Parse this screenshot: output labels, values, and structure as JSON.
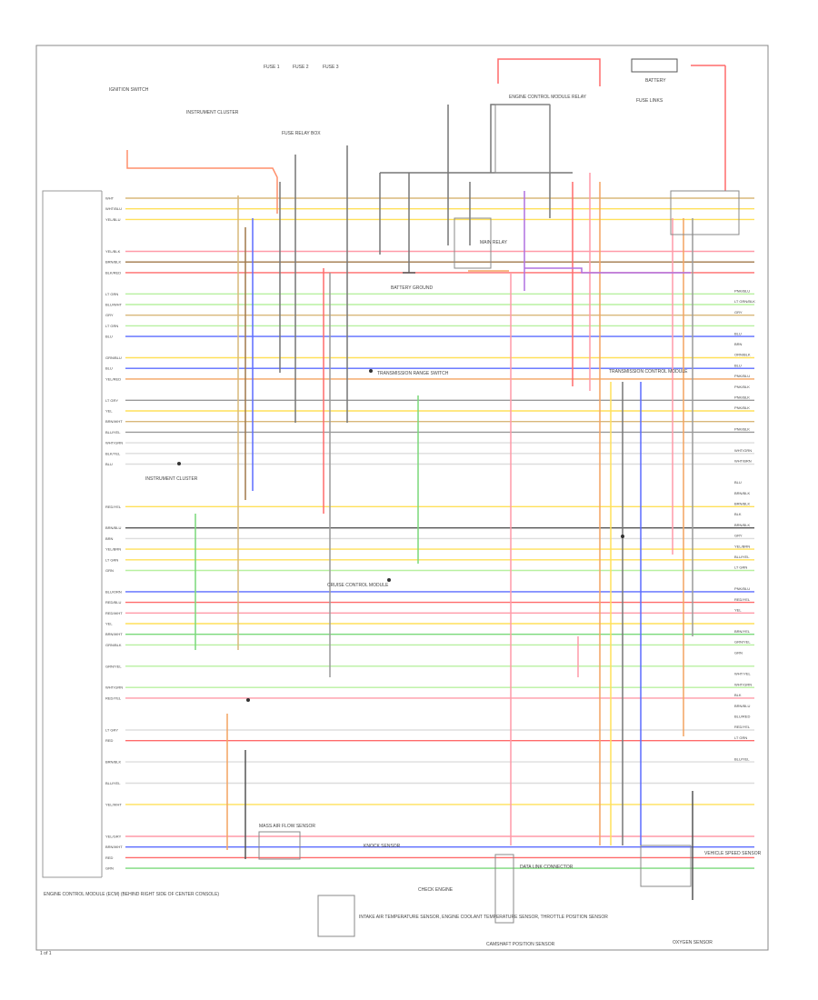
{
  "figure_code": "1 of 1",
  "colors": {
    "frame": "#888888",
    "text": "#555555",
    "wire_red": "#ff6b6b",
    "wire_pink": "#ff9aa8",
    "wire_orange": "#f4a460",
    "wire_yellow": "#ffe05a",
    "wire_green": "#7ad97a",
    "wire_lightgreen": "#b8f0a0",
    "wire_blue": "#5b6cff",
    "wire_violet": "#b070e0",
    "wire_brown": "#a0784a",
    "wire_gray": "#9a9a9a",
    "wire_black": "#555555",
    "wire_tan": "#d9b87a"
  },
  "ecm_wires": [
    {
      "label": "WHT",
      "color": "#d9b87a"
    },
    {
      "label": "WHT/BLU",
      "color": "#ffe05a"
    },
    {
      "label": "YEL/BLU",
      "color": "#ffe05a"
    },
    {
      "label": "",
      "color": ""
    },
    {
      "label": "",
      "color": ""
    },
    {
      "label": "YEL/BLK",
      "color": "#ff9aa8"
    },
    {
      "label": "BRN/BLK",
      "color": "#a0784a"
    },
    {
      "label": "BLK/RED",
      "color": "#ff6b6b"
    },
    {
      "label": "",
      "color": ""
    },
    {
      "label": "LT GRN",
      "color": "#b8f0a0"
    },
    {
      "label": "BLU/WHT",
      "color": "#b8f0a0"
    },
    {
      "label": "GRY",
      "color": "#d9b87a"
    },
    {
      "label": "LT GRN",
      "color": "#b8f0a0"
    },
    {
      "label": "BLU",
      "color": "#5b6cff"
    },
    {
      "label": "",
      "color": ""
    },
    {
      "label": "GRN/BLU",
      "color": "#ffe05a"
    },
    {
      "label": "BLU",
      "color": "#5b6cff"
    },
    {
      "label": "YEL/RED",
      "color": "#f4a460"
    },
    {
      "label": "",
      "color": ""
    },
    {
      "label": "LT GRY",
      "color": "#9a9a9a"
    },
    {
      "label": "YEL",
      "color": "#ffe05a"
    },
    {
      "label": "BRN/WHT",
      "color": "#d9b87a"
    },
    {
      "label": "BLU/YEL",
      "color": "#9a9a9a"
    },
    {
      "label": "WHT/GRN",
      "color": "#dddddd"
    },
    {
      "label": "BLK/YEL",
      "color": "#dddddd"
    },
    {
      "label": "BLU",
      "color": "#dddddd"
    },
    {
      "label": "",
      "color": ""
    },
    {
      "label": "",
      "color": ""
    },
    {
      "label": "",
      "color": ""
    },
    {
      "label": "RED/YEL",
      "color": "#ffe05a"
    },
    {
      "label": "",
      "color": ""
    },
    {
      "label": "BRN/BLU",
      "color": "#555555"
    },
    {
      "label": "BRN",
      "color": "#dddddd"
    },
    {
      "label": "YEL/BRN",
      "color": "#ffe05a"
    },
    {
      "label": "LT GRN",
      "color": "#ffe05a"
    },
    {
      "label": "GRN",
      "color": "#b8f0a0"
    },
    {
      "label": "",
      "color": ""
    },
    {
      "label": "BLU/ORN",
      "color": "#5b6cff"
    },
    {
      "label": "RED/BLU",
      "color": "#ff6b6b"
    },
    {
      "label": "RED/WHT",
      "color": "#ff9aa8"
    },
    {
      "label": "YEL",
      "color": "#ffe05a"
    },
    {
      "label": "BRN/WHT",
      "color": "#7ad97a"
    },
    {
      "label": "GRN/BLK",
      "color": "#b8f0a0"
    },
    {
      "label": "",
      "color": ""
    },
    {
      "label": "GRN/YEL",
      "color": "#b8f0a0"
    },
    {
      "label": "",
      "color": ""
    },
    {
      "label": "WHT/GRN",
      "color": "#b8f0a0"
    },
    {
      "label": "RED/YEL",
      "color": "#ff9aa8"
    },
    {
      "label": "",
      "color": ""
    },
    {
      "label": "",
      "color": ""
    },
    {
      "label": "LT GRY",
      "color": "#dddddd"
    },
    {
      "label": "RED",
      "color": "#ff6b6b"
    },
    {
      "label": "",
      "color": ""
    },
    {
      "label": "BRN/BLK",
      "color": "#dddddd"
    },
    {
      "label": "",
      "color": ""
    },
    {
      "label": "BLU/YEL",
      "color": "#dddddd"
    },
    {
      "label": "",
      "color": ""
    },
    {
      "label": "YEL/WHT",
      "color": "#ffe05a"
    },
    {
      "label": "",
      "color": ""
    },
    {
      "label": "",
      "color": ""
    },
    {
      "label": "YEL/GRY",
      "color": "#ff9aa8"
    },
    {
      "label": "BRN/WHT",
      "color": "#5b6cff"
    },
    {
      "label": "RED",
      "color": "#ff6b6b"
    },
    {
      "label": "GRN",
      "color": "#7ad97a"
    }
  ],
  "right_labels": [
    "PNK/BLU",
    "LT GRN/BLK",
    "GRY",
    "",
    "BLU",
    "BRN",
    "ORN/BLK",
    "BLU",
    "PNK/BLU",
    "PNK/BLK",
    "PNK/BLK",
    "PNK/BLK",
    "",
    "PNK/BLK",
    "",
    "WHT/GRN",
    "WHT/BRN",
    "",
    "BLU",
    "BRN/BLK",
    "BRN/BLK",
    "BLK",
    "BRN/BLK",
    "GRY",
    "YEL/BRN",
    "BLU/YEL",
    "LT GRN",
    "",
    "PNK/BLU",
    "RED/YEL",
    "YEL",
    "",
    "BRN/YEL",
    "GRN/YEL",
    "GRN",
    "",
    "WHT/YEL",
    "WHT/GRN",
    "BLK",
    "BRN/BLU",
    "BLU/RED",
    "RED/YEL",
    "LT GRN",
    "",
    "BLU/YEL"
  ],
  "components": {
    "ecm": "ENGINE CONTROL MODULE (ECM) (BEHIND RIGHT SIDE OF CENTER CONSOLE)",
    "instrument_cluster": "INSTRUMENT CLUSTER",
    "fuses_left": [
      "FUSE 1",
      "FUSE 2",
      "FUSE 3"
    ],
    "fuse_box": "FUSE RELAY BOX",
    "main_relay": "MAIN RELAY",
    "battery": "BATTERY",
    "fuse_links": "FUSE LINKS",
    "ground": "BATTERY GROUND",
    "ignition_switch": "IGNITION SWITCH",
    "transmission_range": "TRANSMISSION RANGE SWITCH",
    "ecm_relay": "ENGINE CONTROL MODULE RELAY",
    "diag_connector": "DATA LINK CONNECTOR",
    "cruise": "CRUISE CONTROL MODULE",
    "sensors_block": "INTAKE AIR TEMPERATURE SENSOR, ENGINE COOLANT TEMPERATURE SENSOR, THROTTLE POSITION SENSOR",
    "bottom_left": "MASS AIR FLOW SENSOR",
    "bottom_mid": "CAMSHAFT POSITION SENSOR",
    "bottom_right": "OXYGEN SENSOR",
    "check_engine": "CHECK ENGINE",
    "knock": "KNOCK SENSOR",
    "tcm": "TRANSMISSION CONTROL MODULE",
    "speed": "VEHICLE SPEED SENSOR"
  }
}
